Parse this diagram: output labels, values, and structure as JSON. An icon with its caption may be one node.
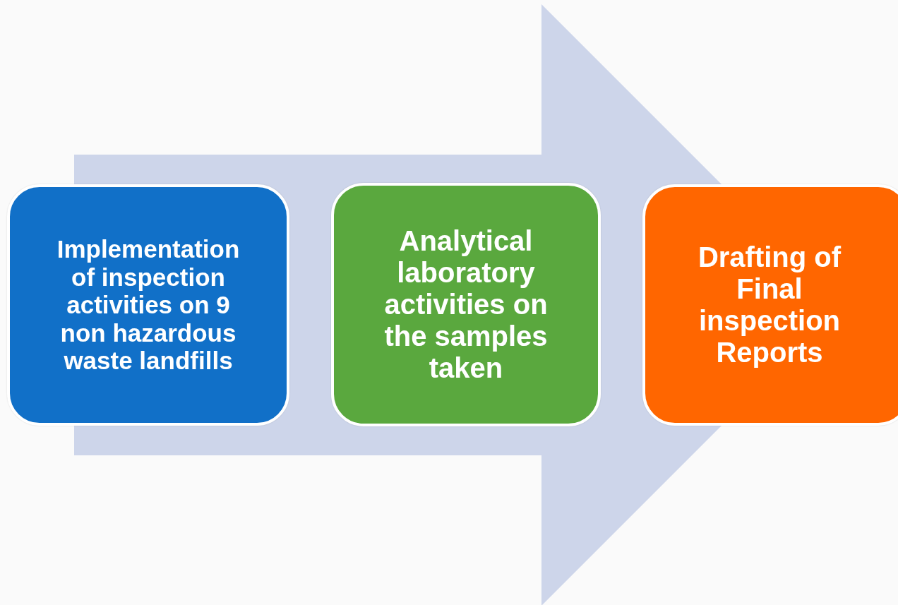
{
  "diagram": {
    "nodes": [
      {
        "text": [
          "Implementation of inspection activities on 9 non hazardous waste landfills"
        ]
      },
      {
        "text": [
          "Analytical laboratory activities on the samples taken"
        ]
      },
      {
        "text": [
          "Drafting of Final inspection Reports"
        ]
      }
    ],
    "edges": [
      {
        "from": 0,
        "to": 2,
        "arrow": "to"
      }
    ]
  }
}
